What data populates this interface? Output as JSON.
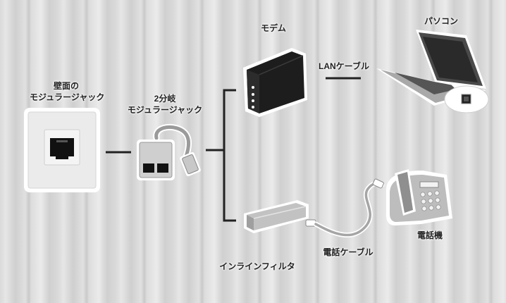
{
  "labels": {
    "wall_jack_line1": "壁面の",
    "wall_jack_line2": "モジュラージャック",
    "splitter_line1": "2分岐",
    "splitter_line2": "モジュラージャック",
    "modem": "モデム",
    "lan_cable": "LANケーブル",
    "pc": "パソコン",
    "inline_filter": "インラインフィルタ",
    "phone_cable": "電話ケーブル",
    "telephone": "電話機"
  },
  "colors": {
    "line": "#222222",
    "modem_body": "#1d1d1d",
    "device_gray": "#bdbdbd",
    "jack_plate": "#ececec"
  }
}
